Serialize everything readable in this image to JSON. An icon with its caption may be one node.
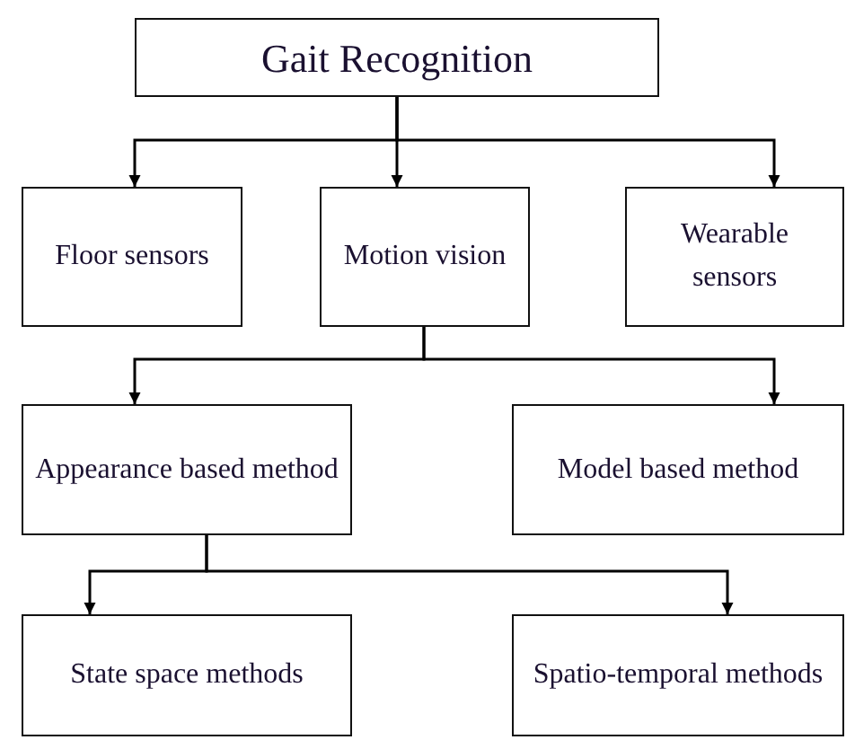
{
  "diagram": {
    "nodes": [
      {
        "text": [
          "Gait Recognition"
        ]
      },
      {
        "text": [
          "Floor sensors"
        ]
      },
      {
        "text": [
          "Motion vision"
        ]
      },
      {
        "text": [
          "Wearable sensors"
        ]
      },
      {
        "text": [
          "Appearance based method"
        ]
      },
      {
        "text": [
          "Model based method"
        ]
      },
      {
        "text": [
          "State space methods"
        ]
      },
      {
        "text": [
          "Spatio-temporal methods"
        ]
      }
    ],
    "edges": [
      {
        "from": 0,
        "to": 1,
        "arrow": "to"
      },
      {
        "from": 0,
        "to": 2,
        "arrow": "to"
      },
      {
        "from": 0,
        "to": 3,
        "arrow": "to"
      },
      {
        "from": 2,
        "to": 4,
        "arrow": "to"
      },
      {
        "from": 2,
        "to": 5,
        "arrow": "to"
      },
      {
        "from": 4,
        "to": 6,
        "arrow": "to"
      },
      {
        "from": 4,
        "to": 7,
        "arrow": "to"
      }
    ]
  }
}
